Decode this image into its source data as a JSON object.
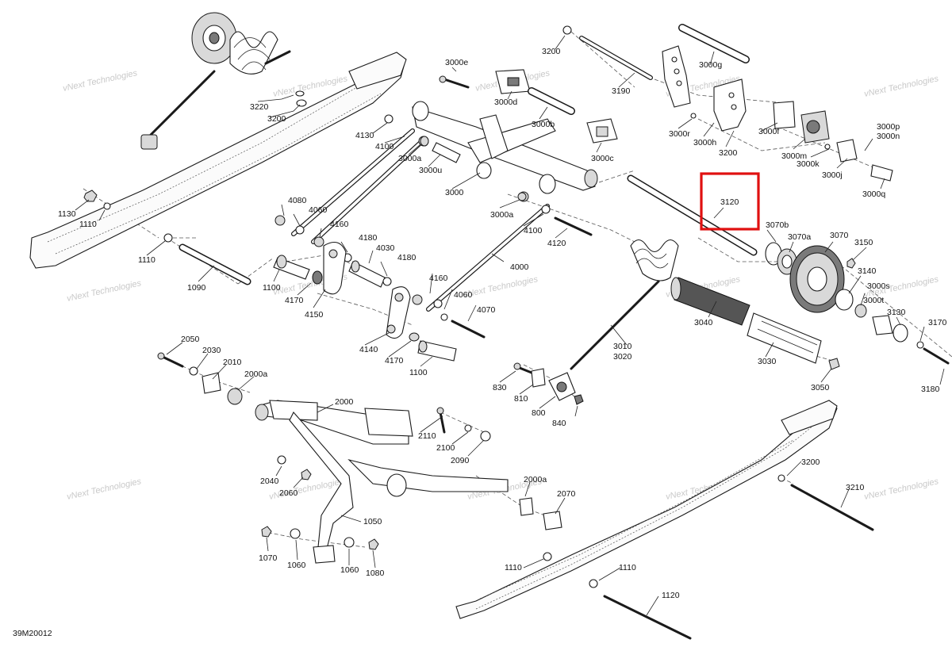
{
  "diagram": {
    "code": "39M20012",
    "highlighted_part": "3120",
    "highlight_color": "#e01010",
    "watermark_text": "vNext Technologies",
    "callouts": {
      "c3220": "3220",
      "c3200a": "3200",
      "c1130": "1130",
      "c1110a": "1110",
      "c1110b": "1110",
      "c1090": "1090",
      "c4130": "4130",
      "c4100a": "4100",
      "c3000a": "3000a",
      "c3000u": "3000u",
      "c3000": "3000",
      "c3000e": "3000e",
      "c3000d": "3000d",
      "c3000b": "3000b",
      "c3000c": "3000c",
      "c3200b": "3200",
      "c3190": "3190",
      "c3000g": "3000g",
      "c3000r": "3000r",
      "c3000h": "3000h",
      "c3200c": "3200",
      "c3000f": "3000f",
      "c3000m": "3000m",
      "c3000k": "3000k",
      "c3000j": "3000j",
      "c3000p": "3000p",
      "c3000n": "3000n",
      "c3000q": "3000q",
      "c3120": "3120",
      "c3070b": "3070b",
      "c3070a": "3070a",
      "c3070": "3070",
      "c3150": "3150",
      "c3140": "3140",
      "c3000s": "3000s",
      "c3000t": "3000t",
      "c3130": "3130",
      "c3170": "3170",
      "c3180": "3180",
      "c3040": "3040",
      "c3030": "3030",
      "c3050": "3050",
      "c3010": "3010",
      "c3020": "3020",
      "c4080": "4080",
      "c4060a": "4060",
      "c4160a": "4160",
      "c4180a": "4180",
      "c4030": "4030",
      "c4180b": "4180",
      "c1100a": "1100",
      "c4170a": "4170",
      "c4150": "4150",
      "c3000a2": "3000a",
      "c4100b": "4100",
      "c4120": "4120",
      "c4000": "4000",
      "c4160b": "4160",
      "c4060b": "4060",
      "c4070": "4070",
      "c4140": "4140",
      "c4170b": "4170",
      "c1100b": "1100",
      "c830": "830",
      "c810": "810",
      "c800": "800",
      "c840": "840",
      "c2050": "2050",
      "c2030": "2030",
      "c2010": "2010",
      "c2000a": "2000a",
      "c2000": "2000",
      "c2110": "2110",
      "c2100": "2100",
      "c2090": "2090",
      "c2040": "2040",
      "c2060": "2060",
      "c2000a2": "2000a",
      "c2070": "2070",
      "c1050": "1050",
      "c1070": "1070",
      "c1060a": "1060",
      "c1060b": "1060",
      "c1080": "1080",
      "c3200d": "3200",
      "c3210": "3210",
      "c1110c": "1110",
      "c1110d": "1110",
      "c1120": "1120"
    }
  }
}
